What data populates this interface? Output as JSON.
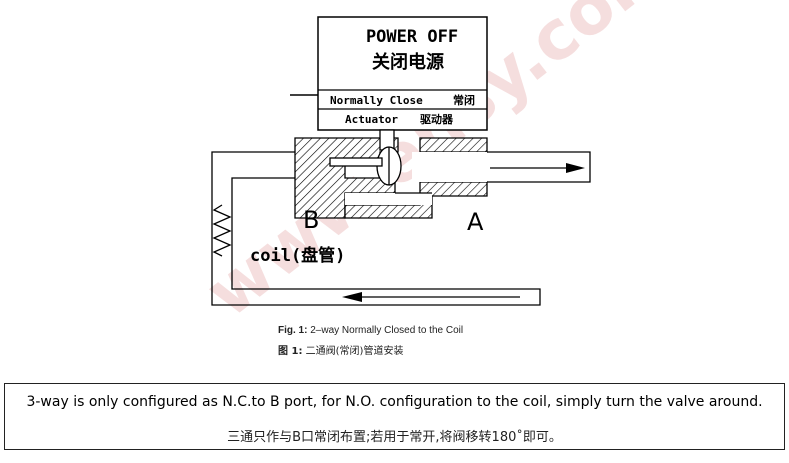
{
  "actuator": {
    "power_en": "POWER OFF",
    "power_zh": "关闭电源",
    "nc_en": "Normally Close",
    "nc_zh": "常闭",
    "actuator_en": "Actuator",
    "actuator_zh": "驱动器"
  },
  "ports": {
    "b": "B",
    "a": "A"
  },
  "coil_label": "coil(盘管)",
  "watermark": "www.ehsy.com",
  "caption": {
    "en_prefix": "Fig. 1:",
    "en_text": "2–way Normally Closed to the Coil",
    "zh_prefix": "图 1:",
    "zh_text": "二通阀(常闭)管道安装"
  },
  "note": {
    "en": "3-way is only configured as N.C.to B port, for N.O. configuration to the coil, simply turn the valve around.",
    "zh": "三通只作与B口常闭布置;若用于常开,将阀移转180˚即可。"
  },
  "colors": {
    "line": "#000000",
    "watermark": "#f1d3d3"
  }
}
